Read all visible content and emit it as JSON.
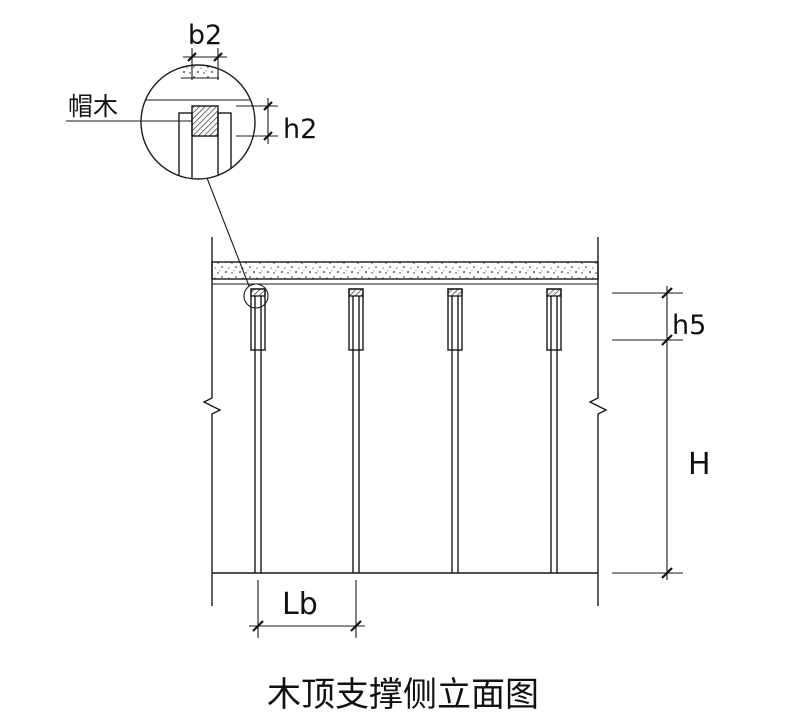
{
  "title": "木顶支撑侧立面图",
  "detail": {
    "b2": "b2",
    "cap_wood": "帽木",
    "h2": "h2"
  },
  "dimensions": {
    "h5": "h5",
    "H": "H",
    "Lb": "Lb"
  }
}
